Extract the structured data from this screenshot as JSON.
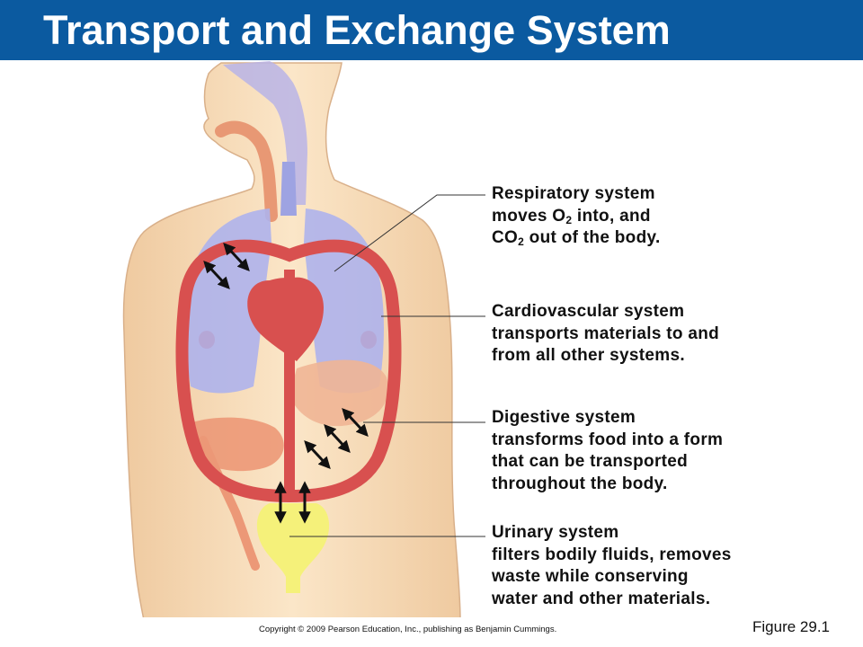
{
  "slide": {
    "title": "Transport and Exchange System",
    "copyright": "Copyright © 2009 Pearson Education, Inc., publishing as Benjamin Cummings.",
    "figure_number": "Figure 29.1"
  },
  "labels": [
    {
      "id": "respiratory",
      "heading": "Respiratory system",
      "line1_pre": "moves O",
      "line1_sub": "2",
      "line1_post": " into, and",
      "line2_pre": "CO",
      "line2_sub": "2",
      "line2_post": " out of the body."
    },
    {
      "id": "cardiovascular",
      "heading": "Cardiovascular system",
      "lines": [
        "transports materials to and",
        "from all other systems."
      ]
    },
    {
      "id": "digestive",
      "heading": "Digestive system",
      "lines": [
        "transforms food into a form",
        "that can be transported",
        "throughout the body."
      ]
    },
    {
      "id": "urinary",
      "heading": "Urinary system",
      "lines": [
        "filters bodily fluids, removes",
        "waste while conserving",
        "water and other materials."
      ]
    }
  ],
  "colors": {
    "title_bar": "#0b5aa0",
    "skin": "#f7dcb8",
    "lungs": "#a9aee8",
    "blood_vessel": "#d8504f",
    "digestive": "#ee9a78",
    "bladder": "#f6f27c"
  }
}
